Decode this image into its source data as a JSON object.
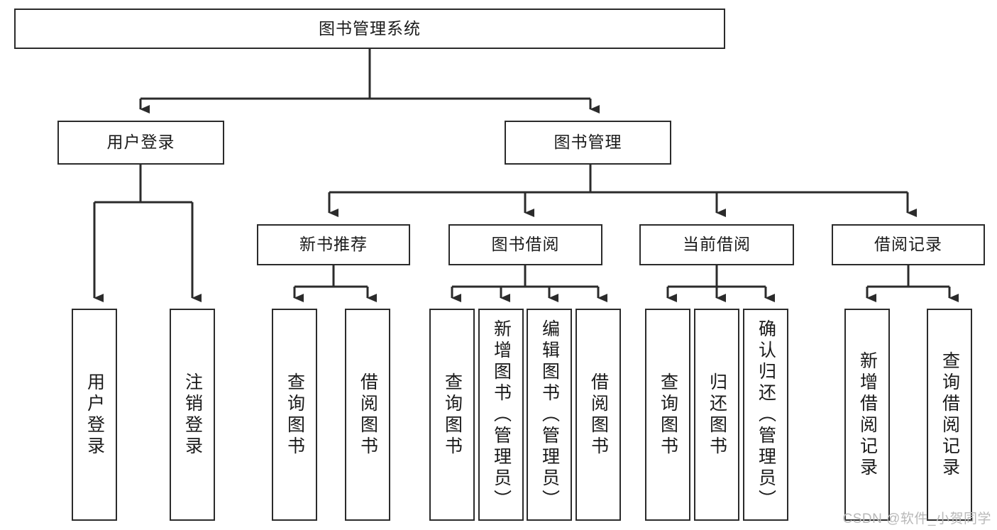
{
  "diagram": {
    "title": "图书管理系统",
    "type": "tree-hierarchy",
    "orientation": "top-down",
    "style": {
      "box_border_color": "#2b2b2b",
      "box_fill_color": "#ffffff",
      "line_color": "#2b2b2b",
      "background": "#ffffff",
      "text_color": "#1a1a1a"
    }
  },
  "nodes": {
    "root": {
      "label": "图书管理系统",
      "level": 0
    },
    "level1": [
      {
        "id": "user-login",
        "label": "用户登录"
      },
      {
        "id": "book-management",
        "label": "图书管理"
      }
    ],
    "level2": [
      {
        "id": "new-book-recommend",
        "label": "新书推荐",
        "parent": "book-management"
      },
      {
        "id": "book-borrow",
        "label": "图书借阅",
        "parent": "book-management"
      },
      {
        "id": "current-borrow",
        "label": "当前借阅",
        "parent": "book-management"
      },
      {
        "id": "borrow-record",
        "label": "借阅记录",
        "parent": "book-management"
      }
    ],
    "leaves": {
      "user-login": [
        {
          "id": "leaf-user-login",
          "label": "用户登录"
        },
        {
          "id": "leaf-user-logout",
          "label": "注销登录"
        }
      ],
      "new-book-recommend": [
        {
          "id": "leaf-query-book-1",
          "label": "查询图书"
        },
        {
          "id": "leaf-borrow-book-1",
          "label": "借阅图书"
        }
      ],
      "book-borrow": [
        {
          "id": "leaf-query-book-2",
          "label": "查询图书"
        },
        {
          "id": "leaf-add-book",
          "label": "新增图书（管理员）"
        },
        {
          "id": "leaf-edit-book",
          "label": "编辑图书（管理员）"
        },
        {
          "id": "leaf-borrow-book-2",
          "label": "借阅图书"
        }
      ],
      "current-borrow": [
        {
          "id": "leaf-query-book-3",
          "label": "查询图书"
        },
        {
          "id": "leaf-return-book",
          "label": "归还图书"
        },
        {
          "id": "leaf-confirm-return",
          "label": "确认归还（管理员）"
        }
      ],
      "borrow-record": [
        {
          "id": "leaf-add-record",
          "label": "新增借阅记录"
        },
        {
          "id": "leaf-query-record",
          "label": "查询借阅记录"
        }
      ]
    }
  },
  "watermark": {
    "text": "CSDN @软件_小贺同学"
  }
}
